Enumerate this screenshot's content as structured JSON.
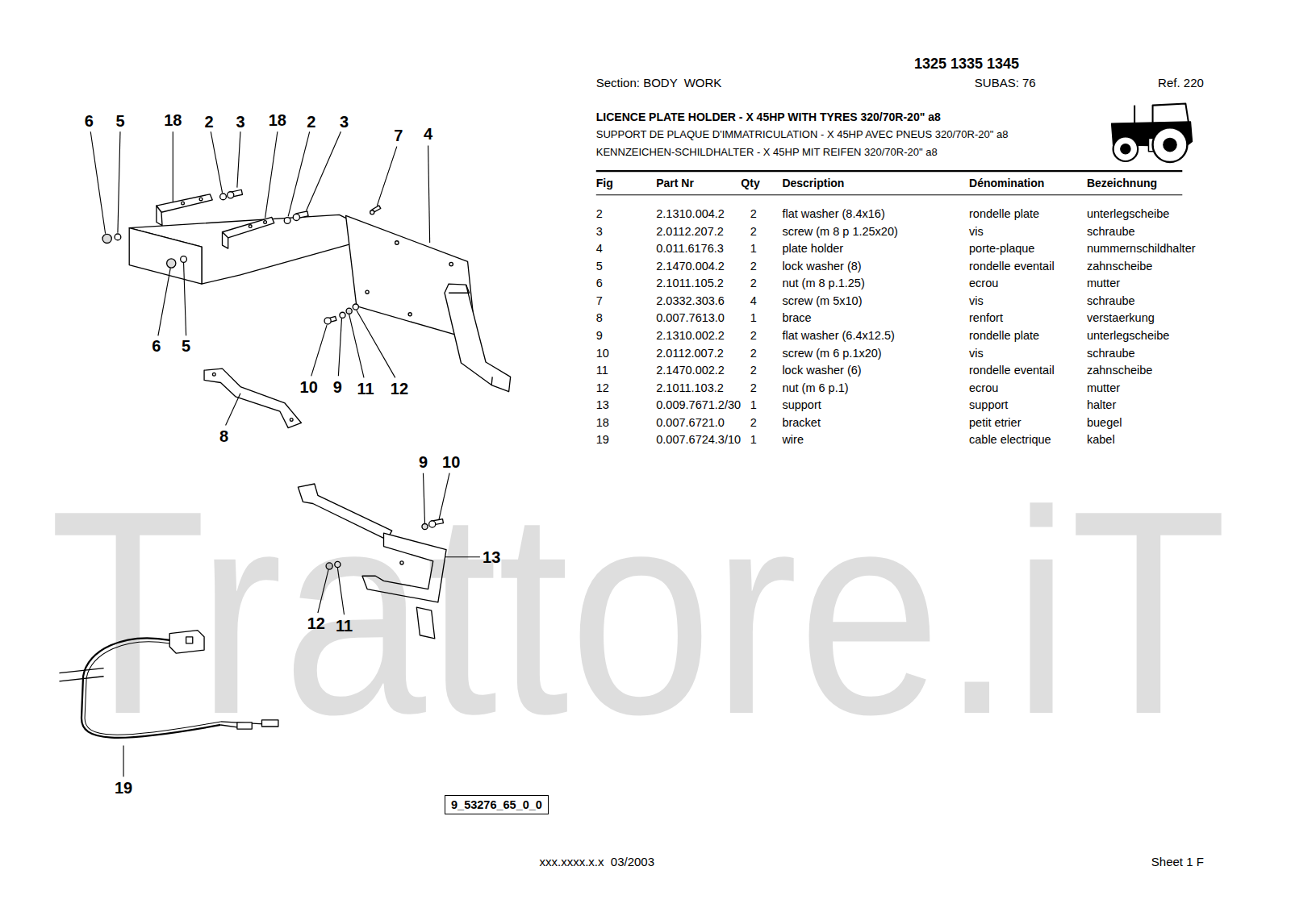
{
  "diagram": {
    "title": "LICENCE PLATE HOLDER - X 45HP WITH TYRES 320/70R-20\" a8",
    "nodes": [
      {
        "text": [
          "9_53276_65_0_0"
        ]
      }
    ],
    "labels": [
      "1325 1335 1345",
      "Section: BODY  WORK",
      "SUBAS: 76",
      "Ref. 220",
      "SUPPORT DE PLAQUE D'IMMATRICULATION - X 45HP AVEC PNEUS 320/70R-20\" a8",
      "KENNZEICHEN-SCHILDHALTER - X 45HP MIT REIFEN 320/70R-20\" a8",
      "Fig",
      "Part Nr",
      "Qty",
      "Description",
      "Dénomination",
      "Bezeichnung",
      "2",
      "2.1310.004.2",
      "2",
      "flat washer (8.4x16)",
      "rondelle plate",
      "unterlegscheibe",
      "3",
      "2.0112.207.2",
      "2",
      "screw (m 8 p 1.25x20)",
      "vis",
      "schraube",
      "4",
      "0.011.6176.3",
      "1",
      "plate holder",
      "porte-plaque",
      "nummernschildhalter",
      "5",
      "2.1470.004.2",
      "2",
      "lock washer (8)",
      "rondelle eventail",
      "zahnscheibe",
      "6",
      "2.1011.105.2",
      "2",
      "nut (m 8 p.1.25)",
      "ecrou",
      "mutter",
      "7",
      "2.0332.303.6",
      "4",
      "screw (m 5x10)",
      "vis",
      "schraube",
      "8",
      "0.007.7613.0",
      "1",
      "brace",
      "renfort",
      "verstaerkung",
      "9",
      "2.1310.002.2",
      "2",
      "flat washer (6.4x12.5)",
      "rondelle plate",
      "unterlegscheibe",
      "10",
      "2.0112.007.2",
      "2",
      "screw (m 6 p.1x20)",
      "vis",
      "schraube",
      "11",
      "2.1470.002.2",
      "2",
      "lock washer (6)",
      "rondelle eventail",
      "zahnscheibe",
      "12",
      "2.1011.103.2",
      "2",
      "nut (m 6 p.1)",
      "ecrou",
      "mutter",
      "13",
      "0.009.7671.2/30",
      "1",
      "support",
      "support",
      "halter",
      "18",
      "0.007.6721.0",
      "2",
      "bracket",
      "petit etrier",
      "buegel",
      "19",
      "0.007.6724.3/10",
      "1",
      "wire",
      "cable electrique",
      "kabel",
      "6",
      "5",
      "18",
      "2",
      "3",
      "18",
      "2",
      "3",
      "7",
      "4",
      "6",
      "5",
      "10",
      "9",
      "11",
      "12",
      "8",
      "9",
      "10",
      "13",
      "12",
      "11",
      "19",
      "Trattore.iT",
      "xxx.xxxx.x.x  03/2003",
      "Sheet 1 F"
    ]
  }
}
